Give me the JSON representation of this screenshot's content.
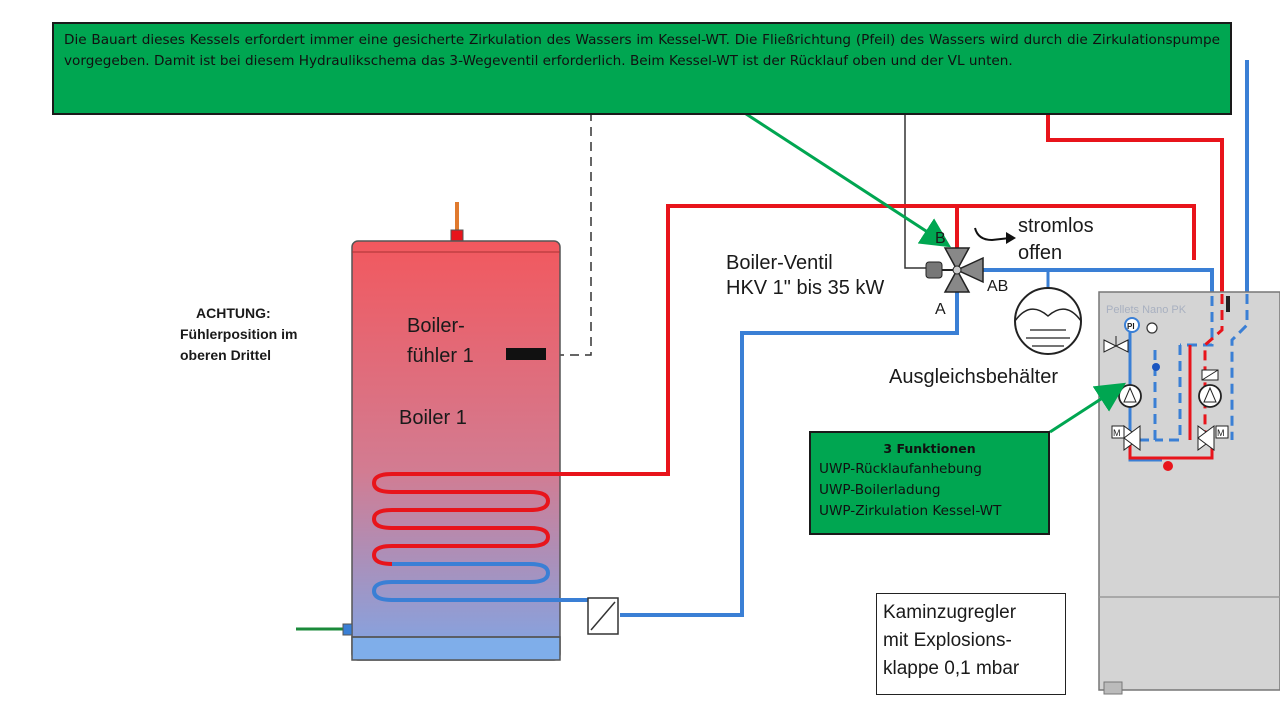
{
  "notes": {
    "top": "Die Bauart dieses Kessels erfordert immer eine gesicherte Zirkulation des Wassers im Kessel-WT. Die Fließrichtung (Pfeil) des Wassers wird durch die Zirkulationspumpe vorgegeben. Damit ist bei diesem Hydraulikschema das 3-Wegeventil erforderlich.  Beim Kessel-WT ist der Rücklauf oben und der VL unten.",
    "functions_title": "3 Funktionen",
    "functions": [
      "UWP-Rücklaufanhebung",
      "UWP-Boilerladung",
      "UWP-Zirkulation Kessel-WT"
    ]
  },
  "labels": {
    "warning_title": "ACHTUNG:",
    "warning_line1": "Fühlerposition im",
    "warning_line2": "oberen Drittel",
    "sensor_line1": "Boiler-",
    "sensor_line2": "fühler 1",
    "boiler": "Boiler 1",
    "valve_line1": "Boiler-Ventil",
    "valve_line2": "HKV 1\" bis 35 kW",
    "port_b": "B",
    "port_a": "A",
    "port_ab": "AB",
    "stromlos_line1": "stromlos",
    "stromlos_line2": "offen",
    "expansion": "Ausgleichsbehälter",
    "pellets": "Pellets Nano PK",
    "pi": "PI",
    "motor": "M",
    "kamin": "Kaminzugregler\nmit Explosions-\nklappe 0,1 mbar"
  },
  "colors": {
    "note_green": "#00a651",
    "hot_pipe": "#e8141b",
    "cold_pipe": "#3a7fd5",
    "boiler_top": "#f2585e",
    "boiler_bottom": "#7fa6e6",
    "boiler_sensor": "#111111",
    "unit_grey": "#d4d4d4"
  }
}
